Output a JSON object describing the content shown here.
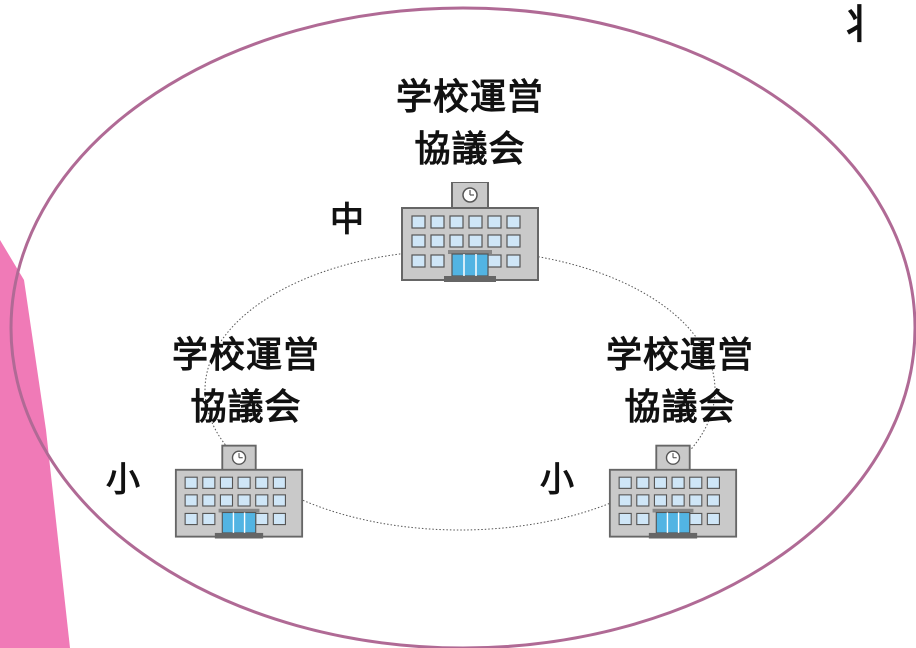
{
  "diagram": {
    "colors": {
      "outer_ellipse": "#b06a95",
      "pink_band": "#f07ab7",
      "building_wall": "#c9c9c9",
      "window": "#cfe6f7",
      "door": "#52b4e3"
    },
    "corner_glyph": "丬",
    "schools": [
      {
        "level": "中",
        "council": [
          "学校運営",
          "協議会"
        ],
        "icon": "school-building-icon"
      },
      {
        "level": "小",
        "council": [
          "学校運営",
          "協議会"
        ],
        "icon": "school-building-icon"
      },
      {
        "level": "小",
        "council": [
          "学校運営",
          "協議会"
        ],
        "icon": "school-building-icon"
      }
    ]
  }
}
